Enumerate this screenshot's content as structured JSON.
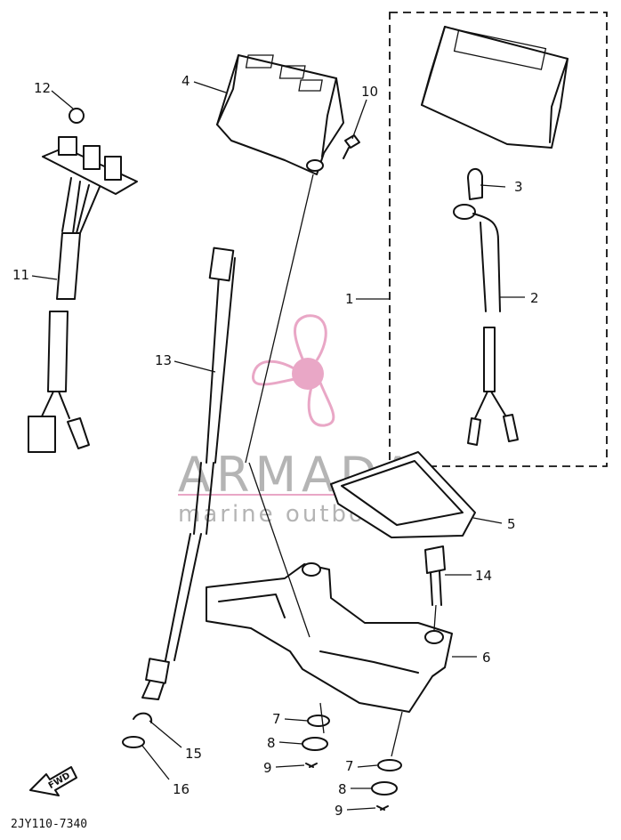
{
  "callouts": [
    {
      "id": "c1",
      "label": "1"
    },
    {
      "id": "c2",
      "label": "2"
    },
    {
      "id": "c3",
      "label": "3"
    },
    {
      "id": "c4",
      "label": "4"
    },
    {
      "id": "c5",
      "label": "5"
    },
    {
      "id": "c6",
      "label": "6"
    },
    {
      "id": "c7a",
      "label": "7"
    },
    {
      "id": "c7b",
      "label": "7"
    },
    {
      "id": "c8a",
      "label": "8"
    },
    {
      "id": "c8b",
      "label": "8"
    },
    {
      "id": "c9a",
      "label": "9"
    },
    {
      "id": "c9b",
      "label": "9"
    },
    {
      "id": "c10",
      "label": "10"
    },
    {
      "id": "c11",
      "label": "11"
    },
    {
      "id": "c12",
      "label": "12"
    },
    {
      "id": "c13",
      "label": "13"
    },
    {
      "id": "c14",
      "label": "14"
    },
    {
      "id": "c15",
      "label": "15"
    },
    {
      "id": "c16",
      "label": "16"
    }
  ],
  "diagram_code": "2JY110-7340",
  "fwd_label": "FWD",
  "watermark": {
    "title": "ARMADA",
    "subtitle": "marine outboards",
    "color": "#e9a7c6"
  }
}
